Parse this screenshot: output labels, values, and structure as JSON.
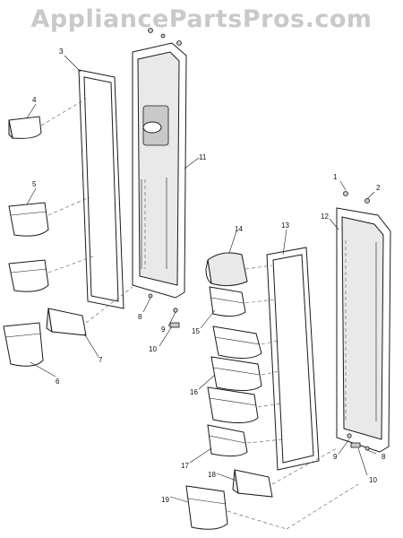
{
  "watermark": "AppliancePartsPros.com",
  "callouts": [
    {
      "id": "c1",
      "text": "1"
    },
    {
      "id": "c2",
      "text": "2"
    },
    {
      "id": "c3",
      "text": "3"
    },
    {
      "id": "c4",
      "text": "4"
    },
    {
      "id": "c5",
      "text": "5"
    },
    {
      "id": "c6",
      "text": "6"
    },
    {
      "id": "c7",
      "text": "7"
    },
    {
      "id": "c8a",
      "text": "8"
    },
    {
      "id": "c8b",
      "text": "8"
    },
    {
      "id": "c9a",
      "text": "9"
    },
    {
      "id": "c9b",
      "text": "9"
    },
    {
      "id": "c10a",
      "text": "10"
    },
    {
      "id": "c10b",
      "text": "10"
    },
    {
      "id": "c11",
      "text": "11"
    },
    {
      "id": "c12",
      "text": "12"
    },
    {
      "id": "c13",
      "text": "13"
    },
    {
      "id": "c14",
      "text": "14"
    },
    {
      "id": "c15",
      "text": "15"
    },
    {
      "id": "c16",
      "text": "16"
    },
    {
      "id": "c17",
      "text": "17"
    },
    {
      "id": "c18",
      "text": "18"
    },
    {
      "id": "c19",
      "text": "19"
    }
  ]
}
